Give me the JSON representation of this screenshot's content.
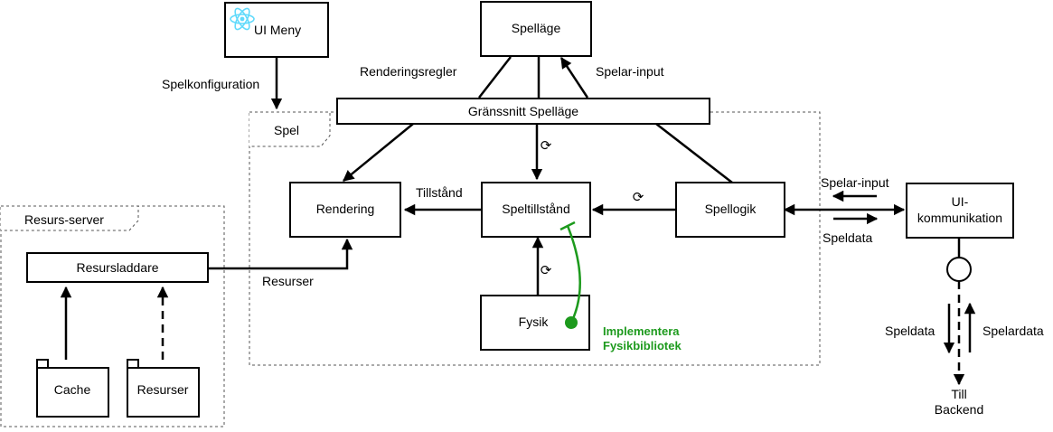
{
  "nodes": {
    "ui_meny": "UI Meny",
    "spellage": "Spelläge",
    "granssnitt": "Gränssnitt Spelläge",
    "rendering": "Rendering",
    "speltillstand": "Speltillstånd",
    "spellogik": "Spellogik",
    "fysik": "Fysik",
    "ui_komm_line1": "UI-",
    "ui_komm_line2": "kommunikation",
    "resursladdare": "Resursladdare",
    "cache": "Cache",
    "resurser": "Resurser"
  },
  "groups": {
    "spel": "Spel",
    "resurs_server": "Resurs-server"
  },
  "edges": {
    "spelkonfiguration": "Spelkonfiguration",
    "renderingsregler": "Renderingsregler",
    "spelar_input_top": "Spelar-input",
    "tillstand": "Tillstånd",
    "resurser": "Resurser",
    "spelar_input_right": "Spelar-input",
    "speldata_right": "Speldata",
    "speldata_bottom": "Speldata",
    "spelardata": "Spelardata",
    "till": "Till",
    "backend": "Backend"
  },
  "annotation": {
    "line1": "Implementera",
    "line2": "Fysikbibliotek"
  },
  "icons": {
    "sync": "⟳",
    "react": "react-logo-icon"
  },
  "colors": {
    "accent_green": "#1d9a1d",
    "react_blue": "#61dafb"
  }
}
